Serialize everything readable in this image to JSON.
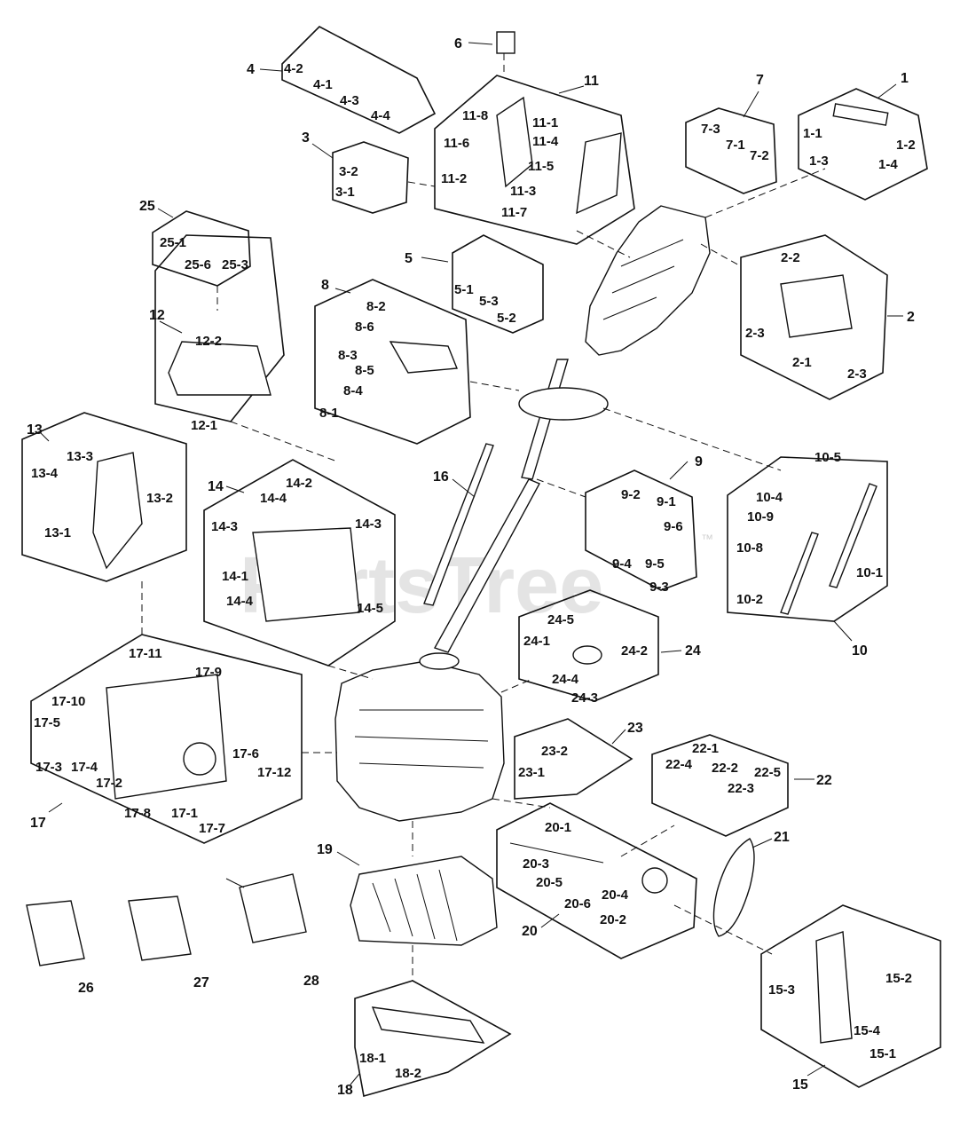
{
  "watermark": {
    "brand": "PartsTree",
    "mark": "™"
  },
  "groups": [
    {
      "number": "1",
      "parts": [
        "1-1",
        "1-2",
        "1-3",
        "1-4"
      ]
    },
    {
      "number": "2",
      "parts": [
        "2-2",
        "2-3",
        "2-1",
        "2-3"
      ]
    },
    {
      "number": "3",
      "parts": [
        "3-2",
        "3-1"
      ]
    },
    {
      "number": "4",
      "parts": [
        "4-2",
        "4-1",
        "4-3",
        "4-4"
      ]
    },
    {
      "number": "5",
      "parts": [
        "5-1",
        "5-3",
        "5-2"
      ]
    },
    {
      "number": "6",
      "parts": []
    },
    {
      "number": "7",
      "parts": [
        "7-3",
        "7-1",
        "7-2"
      ]
    },
    {
      "number": "8",
      "parts": [
        "8-2",
        "8-6",
        "8-3",
        "8-5",
        "8-4",
        "8-1"
      ]
    },
    {
      "number": "9",
      "parts": [
        "9-2",
        "9-1",
        "9-6",
        "9-4",
        "9-5",
        "9-3"
      ]
    },
    {
      "number": "10",
      "parts": [
        "10-5",
        "10-4",
        "10-9",
        "10-8",
        "10-1",
        "10-2"
      ]
    },
    {
      "number": "11",
      "parts": [
        "11-8",
        "11-1",
        "11-6",
        "11-4",
        "11-5",
        "11-2",
        "11-3",
        "11-7"
      ]
    },
    {
      "number": "12",
      "parts": [
        "12-2",
        "12-1"
      ]
    },
    {
      "number": "13",
      "parts": [
        "13-3",
        "13-4",
        "13-2",
        "13-1"
      ]
    },
    {
      "number": "14",
      "parts": [
        "14-2",
        "14-4",
        "14-3",
        "14-3",
        "14-1",
        "14-4",
        "14-5"
      ]
    },
    {
      "number": "15",
      "parts": [
        "15-3",
        "15-2",
        "15-4",
        "15-1"
      ]
    },
    {
      "number": "16",
      "parts": []
    },
    {
      "number": "17",
      "parts": [
        "17-11",
        "17-9",
        "17-10",
        "17-5",
        "17-3",
        "17-4",
        "17-2",
        "17-6",
        "17-12",
        "17-8",
        "17-1",
        "17-7"
      ]
    },
    {
      "number": "18",
      "parts": [
        "18-1",
        "18-2"
      ]
    },
    {
      "number": "19",
      "parts": []
    },
    {
      "number": "20",
      "parts": [
        "20-1",
        "20-3",
        "20-5",
        "20-6",
        "20-4",
        "20-2"
      ]
    },
    {
      "number": "21",
      "parts": []
    },
    {
      "number": "22",
      "parts": [
        "22-1",
        "22-4",
        "22-2",
        "22-5",
        "22-3"
      ]
    },
    {
      "number": "23",
      "parts": [
        "23-2",
        "23-1"
      ]
    },
    {
      "number": "24",
      "parts": [
        "24-5",
        "24-1",
        "24-2",
        "24-4",
        "24-3"
      ]
    },
    {
      "number": "25",
      "parts": [
        "25-1",
        "25-6",
        "25-3"
      ]
    },
    {
      "number": "26",
      "parts": []
    },
    {
      "number": "27",
      "parts": []
    },
    {
      "number": "28",
      "parts": []
    }
  ]
}
